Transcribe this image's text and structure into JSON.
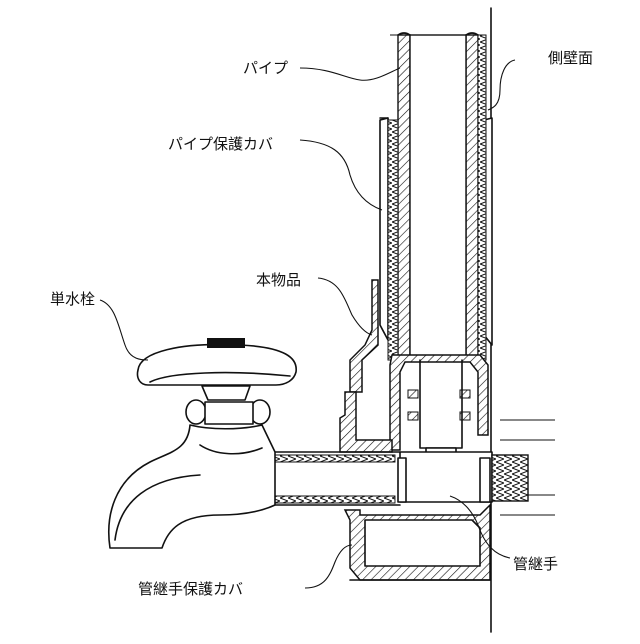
{
  "labels": {
    "pipe": "パイプ",
    "side_wall": "側壁面",
    "pipe_cover": "パイプ保護カバ",
    "product": "本物品",
    "faucet": "単水栓",
    "fitting": "管継手",
    "fitting_cover": "管継手保護カバ"
  }
}
